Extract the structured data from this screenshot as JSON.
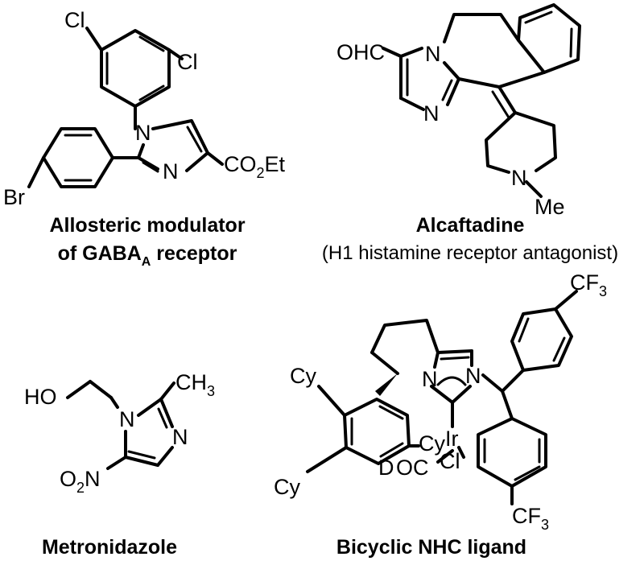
{
  "molecules": [
    {
      "name_main": "Allosteric modulator",
      "name_line2_prefix": "of GABA",
      "name_line2_sub": "A",
      "name_line2_suffix": " receptor",
      "atoms": {
        "cl_top": "Cl",
        "cl_right": "Cl",
        "n1": "N",
        "n3": "N",
        "co2et_pre": "CO",
        "co2et_sub": "2",
        "co2et_post": "Et",
        "br": "Br"
      }
    },
    {
      "name": "Alcaftadine",
      "note": "(H1 histamine receptor antagonist)",
      "atoms": {
        "ohc": "OHC",
        "n_bridge": "N",
        "n_ring": "N",
        "n_pip": "N",
        "me": "Me"
      }
    },
    {
      "name": "Metronidazole",
      "atoms": {
        "ho": "HO",
        "n1": "N",
        "n3": "N",
        "ch3_pre": "CH",
        "ch3_sub": "3",
        "no2_pre": "O",
        "no2_sub": "2",
        "no2_post": "N"
      }
    },
    {
      "name": "Bicyclic NHC ligand",
      "atoms": {
        "cf3_top_pre": "CF",
        "cf3_top_sub": "3",
        "cf3_bot_pre": "CF",
        "cf3_bot_sub": "3",
        "n_left": "N",
        "n_right": "N",
        "cy_top": "Cy",
        "cy_mid": "Cy",
        "cy_bot": "Cy",
        "ir": "Ir",
        "cl": "Cl",
        "oc": "OC",
        "d": "D"
      }
    }
  ]
}
